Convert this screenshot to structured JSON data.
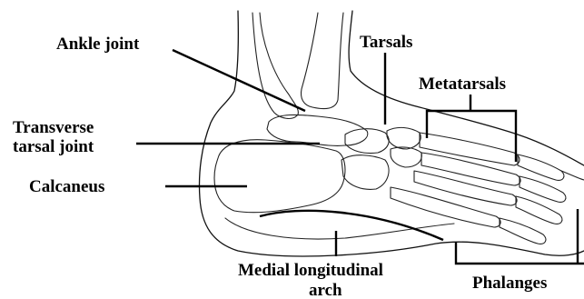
{
  "labels": {
    "ankle_joint": "Ankle joint",
    "tarsals": "Tarsals",
    "metatarsals": "Metatarsals",
    "transverse_line1": "Transverse",
    "transverse_line2": "tarsal joint",
    "calcaneus": "Calcaneus",
    "medial_line1": "Medial longitudinal",
    "medial_line2": "arch",
    "phalanges": "Phalanges"
  },
  "colors": {
    "ink": "#000000",
    "background": "#ffffff"
  }
}
